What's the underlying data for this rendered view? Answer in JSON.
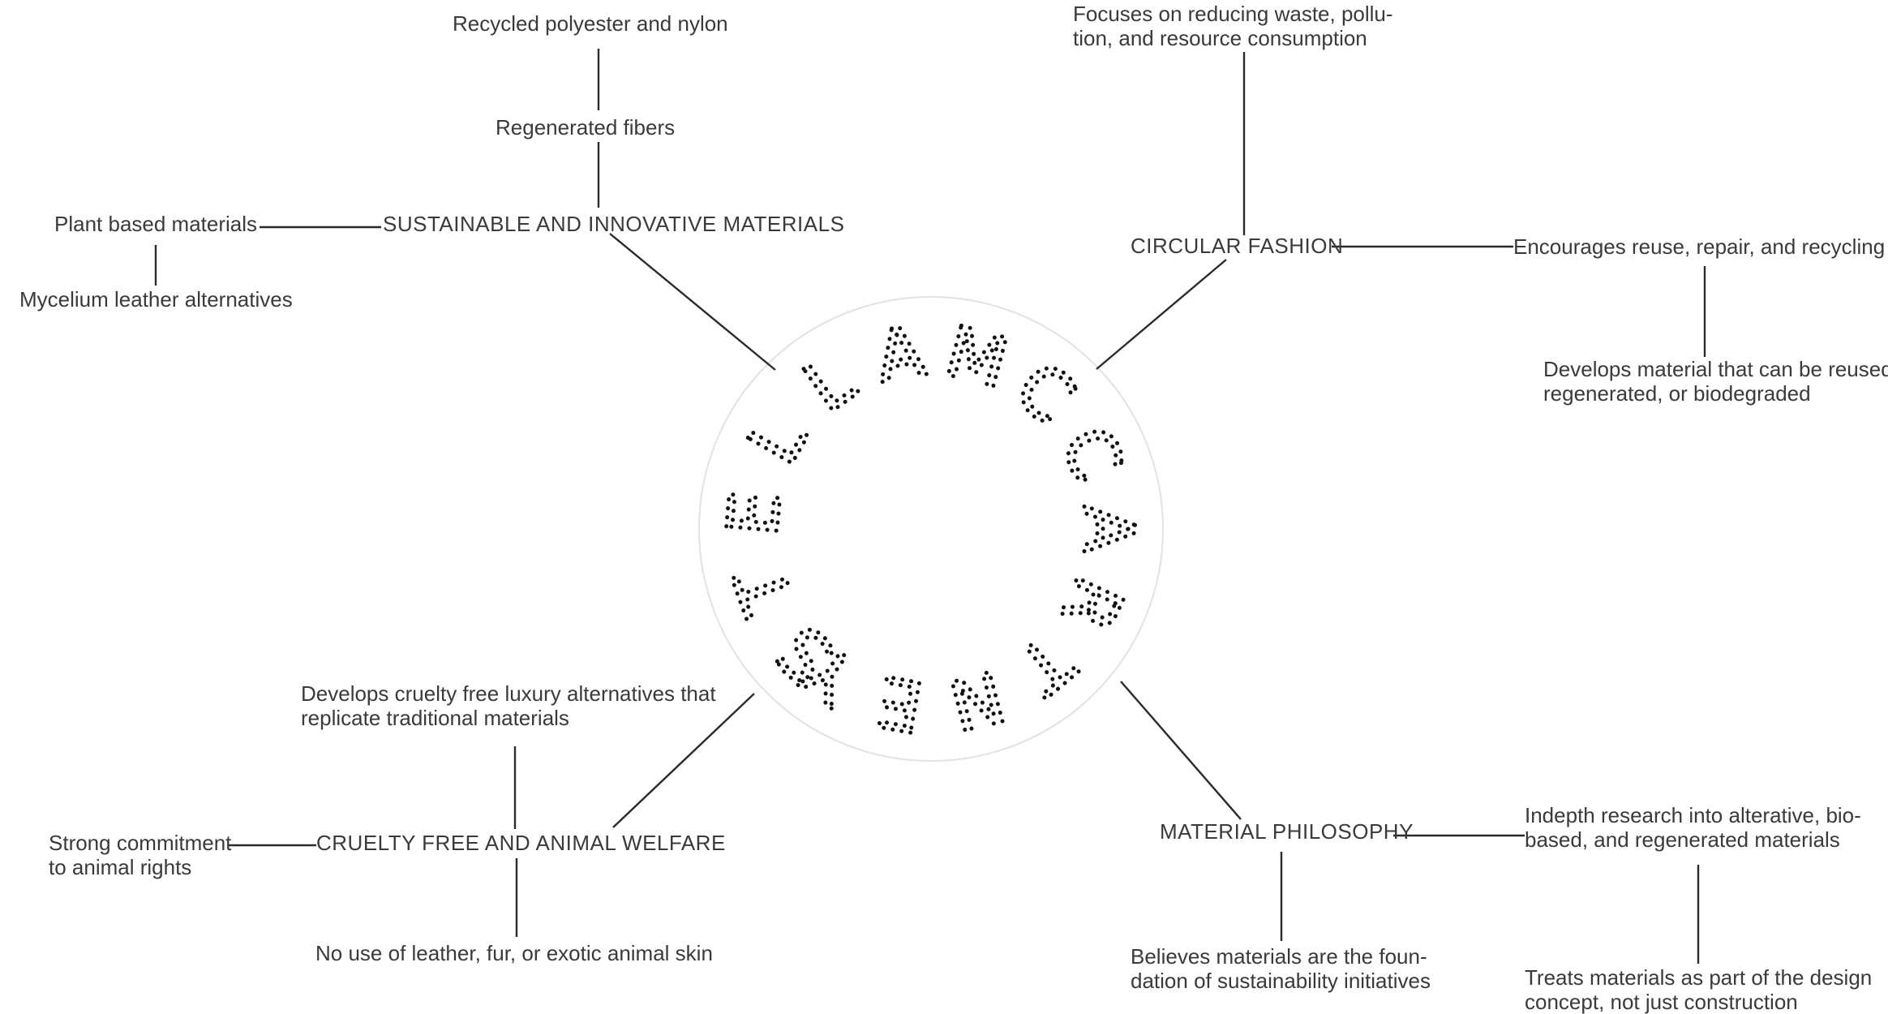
{
  "center": {
    "letters": [
      "S",
      "T",
      "E",
      "L",
      "L",
      "A",
      "M",
      "C",
      "C",
      "A",
      "R",
      "T",
      "N",
      "E",
      "Y"
    ]
  },
  "hubs": {
    "sustainable": "SUSTAINABLE AND INNOVATIVE MATERIALS",
    "circular": "CIRCULAR FASHION",
    "cruelty": "CRUELTY FREE AND ANIMAL WELFARE",
    "material": "MATERIAL PHILOSOPHY"
  },
  "details": {
    "recycled": "Recycled polyester and nylon",
    "regenerated": "Regenerated fibers",
    "plant": "Plant based materials",
    "mycelium": "Mycelium leather alternatives",
    "focuses_1": "Focuses on reducing waste, pollu-",
    "focuses_2": "tion, and resource consumption",
    "encourages": "Encourages reuse, repair, and recycling",
    "develops_mat_1": "Develops material that can be reused,",
    "develops_mat_2": "regenerated, or biodegraded",
    "develops_lux_1": "Develops cruelty free luxury alternatives that",
    "develops_lux_2": "replicate traditional materials",
    "commitment_1": "Strong commitment",
    "commitment_2": "to animal rights",
    "nouse": "No use of leather, fur, or exotic animal skin",
    "indepth_1": "Indepth research into alterative, bio-",
    "indepth_2": "based, and regenerated materials",
    "believes_1": "Believes materials are the foun-",
    "believes_2": "dation of sustainability initiatives",
    "treats_1": "Treats materials as part of the design",
    "treats_2": "concept, not just construction"
  }
}
